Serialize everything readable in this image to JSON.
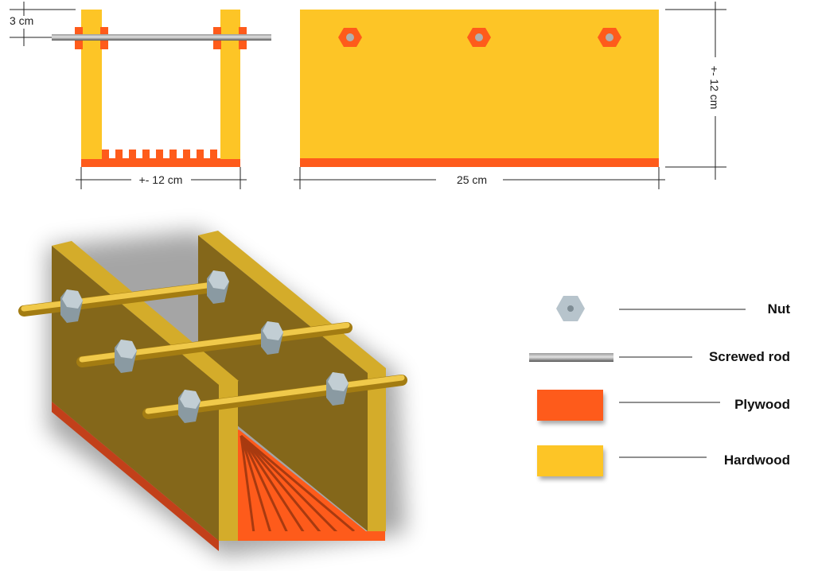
{
  "colors": {
    "hardwood": "#FDC526",
    "plywood": "#FE5B1B",
    "nut": "#B7C4CC",
    "rod_dark": "#6E6E6E",
    "rod_light": "#C8C8C8",
    "wood_3d_face": "#84671A",
    "wood_3d_edge": "#D4AC2A",
    "brass_rod": "#E8B82A"
  },
  "dimensions": {
    "rod_offset": "3 cm",
    "front_width": "+- 12 cm",
    "side_length": "25 cm",
    "side_height": "+- 12 cm"
  },
  "legend": [
    {
      "label": "Nut",
      "icon": "nut-icon"
    },
    {
      "label": "Screwed rod",
      "icon": "screwed-rod-icon"
    },
    {
      "label": "Plywood",
      "icon": "plywood-swatch"
    },
    {
      "label": "Hardwood",
      "icon": "hardwood-swatch"
    }
  ]
}
